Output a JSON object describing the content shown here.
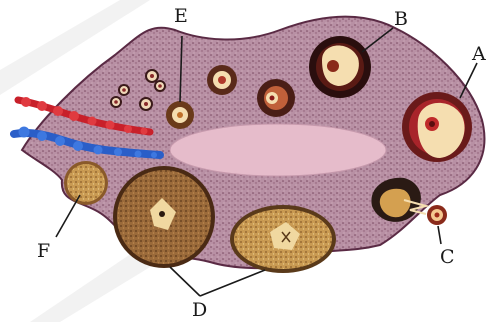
{
  "labels": {
    "A": "A",
    "B": "B",
    "C": "C",
    "D": "D",
    "E": "E",
    "F": "F"
  },
  "colors": {
    "stroma": "#b88fa3",
    "outline": "#5a2a44",
    "medulla": "#e6bccb",
    "artery": "#c8202a",
    "vein": "#2a5ec8",
    "follicle_dark": "#3a1a1a",
    "follicle_cream": "#f5deb0",
    "corpus_luteum": "#8a5a2e",
    "corpus_albicans": "#c89040"
  }
}
